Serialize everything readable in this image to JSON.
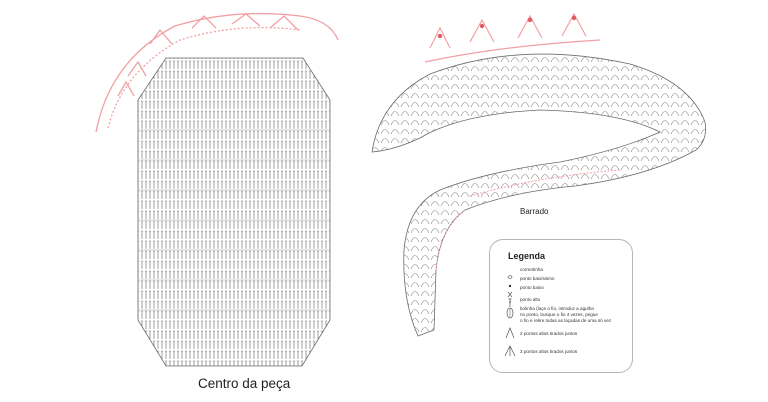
{
  "labels": {
    "center": "Centro da peça",
    "border": "Barrado"
  },
  "legend": {
    "title": "Legenda",
    "items": [
      {
        "symbol": "chain-stitch-icon",
        "text": "correntinha"
      },
      {
        "symbol": "slip-stitch-icon",
        "text": "ponto baixíssimo"
      },
      {
        "symbol": "single-crochet-icon",
        "text": "ponto baixo"
      },
      {
        "symbol": "double-crochet-icon",
        "text": "ponto alto"
      },
      {
        "symbol": "bobble-icon",
        "text": "bolinha (laçe o fio, introduz a agulha\nno ponto, busque o fio 4 vezes, pegue\no fio e retire todas as laçadas de uma só vez"
      },
      {
        "symbol": "dc2tog-icon",
        "text": "2 pontos altos tirados juntos"
      },
      {
        "symbol": "dc3tog-icon",
        "text": "3 pontos altos tirados juntos"
      }
    ]
  },
  "colors": {
    "stitch": "#6b6b6b",
    "accent": "#f2a0a4"
  }
}
